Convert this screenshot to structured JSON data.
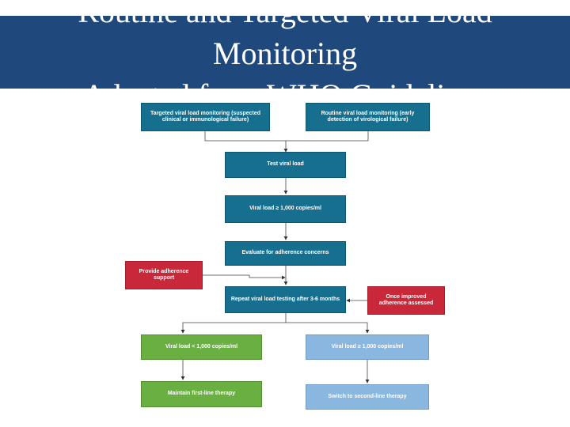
{
  "slide": {
    "title_lines": [
      "Routine and Targeted Viral Load",
      "Monitoring",
      "Adapted from WHO Guidelines"
    ]
  },
  "flowchart": {
    "targeted_monitoring": "Targeted viral load monitoring (suspected clinical or immunological failure)",
    "routine_monitoring": "Routine viral load monitoring (early detection of virological failure)",
    "test_viral_load": "Test viral load",
    "viral_load_high": "Viral load ≥ 1,000 copies/ml",
    "evaluate_adherence": "Evaluate for adherence concerns",
    "provide_adherence_support": "Provide adherence support",
    "repeat_testing": "Repeat viral load testing after 3-6 months",
    "once_improved": "Once improved adherence assessed",
    "viral_load_low_result": "Viral load < 1,000 copies/ml",
    "viral_load_high_result": "Viral load ≥ 1,000 copies/ml",
    "maintain_first_line": "Maintain first-line therapy",
    "switch_second_line": "Switch to second-line therapy"
  },
  "colors": {
    "title_bar": "#1f497d",
    "process_box": "#166f8f",
    "alert_box": "#c9283a",
    "success_box": "#6aaf41",
    "switch_box": "#8ab7e0"
  }
}
